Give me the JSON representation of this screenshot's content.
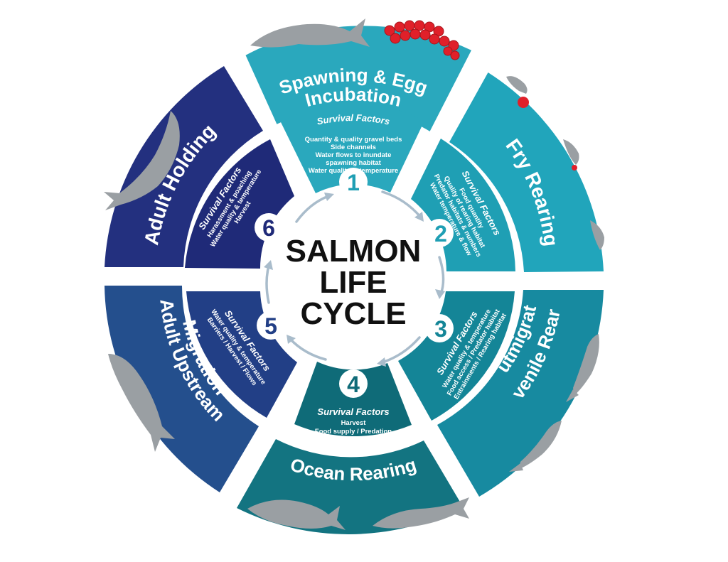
{
  "center": {
    "lines": [
      "SALMON",
      "LIFE",
      "CYCLE"
    ]
  },
  "colors": {
    "teal_light": "#2aa8bd",
    "teal_mid": "#1d8fa5",
    "teal_dark": "#0f6b78",
    "blue_mid": "#2b4f92",
    "navy": "#1f2a78",
    "fish": "#9a9fa3",
    "egg": "#e0202a",
    "arrow": "#a9bccb"
  },
  "stages": [
    {
      "number": "1",
      "title_lines": [
        "Spawning & Egg",
        "Incubation"
      ],
      "factors_title": "Survival Factors",
      "factors": [
        "Quantity & quality gravel beds",
        "Side channels",
        "Water flows to inundate",
        "spawning habitat",
        "Water quality & temperature"
      ]
    },
    {
      "number": "2",
      "title_lines": [
        "Fry Rearing"
      ],
      "factors_title": "Survival Factors",
      "factors": [
        "Food quantity",
        "Quality of rearing habitat",
        "Predator habitats & numbers",
        "Water temperature & flow"
      ]
    },
    {
      "number": "3",
      "title_lines": [
        "Juvenile Rearing",
        "& Outmigration"
      ],
      "factors_title": "Survival Factors",
      "factors": [
        "Water quality & temperature",
        "Food access / Predator habitat",
        "Entrainments / Rearing habitat"
      ]
    },
    {
      "number": "4",
      "title_lines": [
        "Ocean Rearing"
      ],
      "factors_title": "Survival Factors",
      "factors": [
        "Harvest",
        "Food supply / Predation"
      ]
    },
    {
      "number": "5",
      "title_lines": [
        "Adult Upstream",
        "Migration"
      ],
      "factors_title": "Survival Factors",
      "factors": [
        "Water quality & temperature",
        "Barriers / Harvest / Flows"
      ]
    },
    {
      "number": "6",
      "title_lines": [
        "Adult Holding"
      ],
      "factors_title": "Survival Factors",
      "factors": [
        "Harassment & poaching",
        "Water quality & temperature",
        "Harvest"
      ]
    }
  ]
}
